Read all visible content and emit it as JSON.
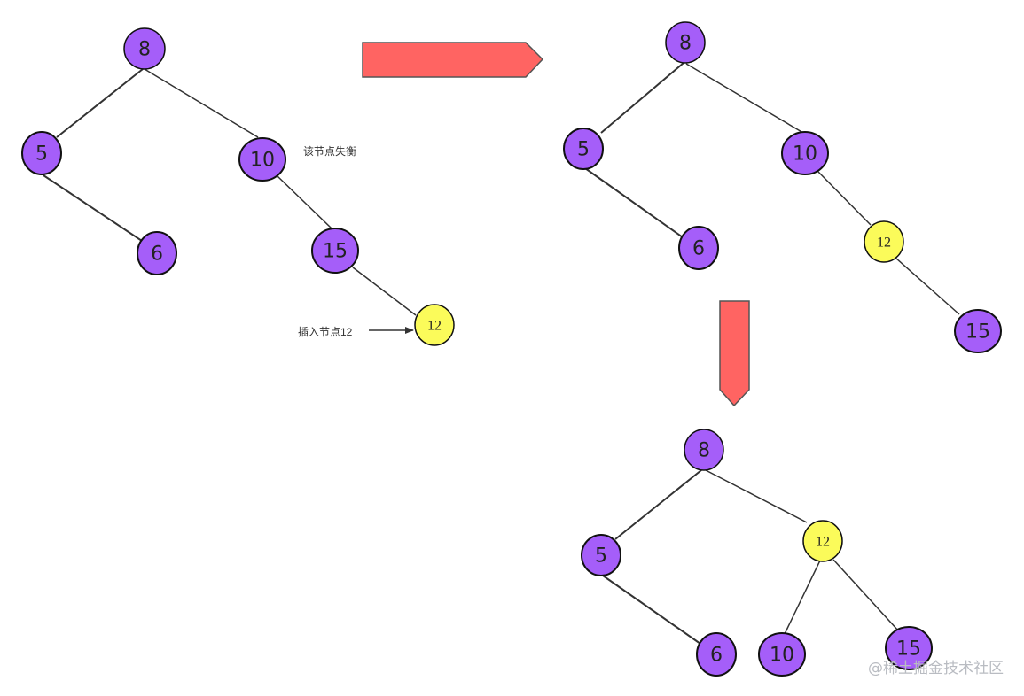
{
  "colors": {
    "node_fill": "#a55ef9",
    "highlight_fill": "#fbfb5a",
    "arrow_fill": "#ff6462",
    "edge": "#333333",
    "node_stroke": "#111111"
  },
  "annotations": {
    "unbalanced": "该节点失衡",
    "insert": "插入节点12"
  },
  "watermark": "@稀土掘金技术社区",
  "trees": [
    {
      "stage": "original",
      "nodes": [
        {
          "id": "8",
          "label": "8"
        },
        {
          "id": "5",
          "label": "5"
        },
        {
          "id": "10",
          "label": "10"
        },
        {
          "id": "6",
          "label": "6"
        },
        {
          "id": "15",
          "label": "15"
        },
        {
          "id": "12",
          "label": "12",
          "highlight": true
        }
      ]
    },
    {
      "stage": "after-right-rotation",
      "nodes": [
        {
          "id": "8",
          "label": "8"
        },
        {
          "id": "5",
          "label": "5"
        },
        {
          "id": "10",
          "label": "10"
        },
        {
          "id": "6",
          "label": "6"
        },
        {
          "id": "12",
          "label": "12",
          "highlight": true
        },
        {
          "id": "15",
          "label": "15"
        }
      ]
    },
    {
      "stage": "after-left-rotation",
      "nodes": [
        {
          "id": "8",
          "label": "8"
        },
        {
          "id": "5",
          "label": "5"
        },
        {
          "id": "12",
          "label": "12",
          "highlight": true
        },
        {
          "id": "6",
          "label": "6"
        },
        {
          "id": "10",
          "label": "10"
        },
        {
          "id": "15",
          "label": "15"
        }
      ]
    }
  ]
}
